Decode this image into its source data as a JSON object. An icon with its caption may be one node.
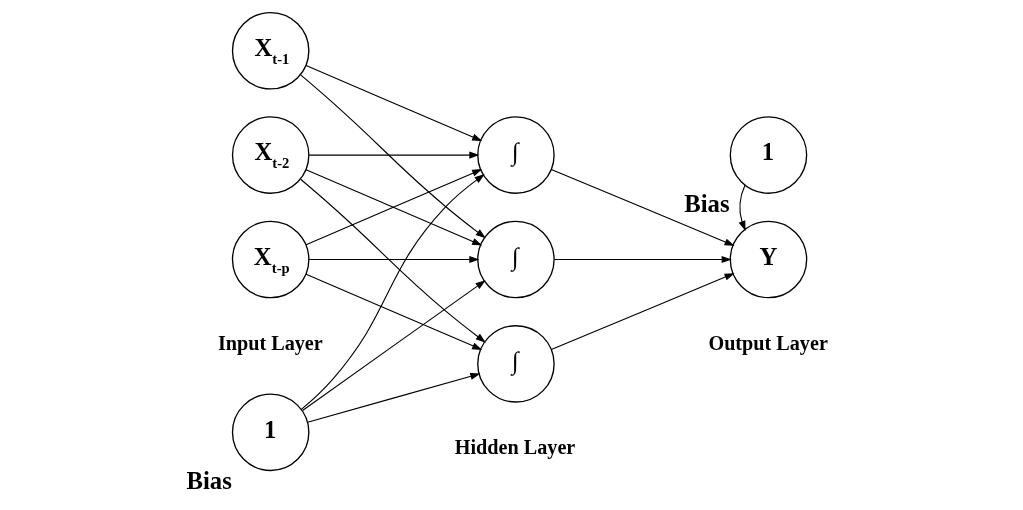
{
  "diagram": {
    "nodes": [
      {
        "text": [
          "X$_{t-1}$"
        ]
      },
      {
        "text": [
          "X$_{t-2}$"
        ]
      },
      {
        "text": [
          "X$_{t-p}$"
        ]
      },
      {
        "text": [
          "1"
        ],
        "beside": [
          "Bias"
        ]
      },
      {
        "text": [
          "∫"
        ]
      },
      {
        "text": [
          "∫"
        ]
      },
      {
        "text": [
          "∫"
        ]
      },
      {
        "text": [
          "1"
        ],
        "beside": [
          "Bias"
        ]
      },
      {
        "text": [
          "Y"
        ]
      }
    ],
    "edges": [
      {
        "from": 0,
        "to": 4,
        "arrow": "to"
      },
      {
        "from": 0,
        "to": 5,
        "arrow": "to"
      },
      {
        "from": 1,
        "to": 4,
        "arrow": "to"
      },
      {
        "from": 1,
        "to": 5,
        "arrow": "to"
      },
      {
        "from": 1,
        "to": 6,
        "arrow": "to"
      },
      {
        "from": 2,
        "to": 4,
        "arrow": "to"
      },
      {
        "from": 2,
        "to": 5,
        "arrow": "to"
      },
      {
        "from": 2,
        "to": 6,
        "arrow": "to"
      },
      {
        "from": 3,
        "to": 4,
        "arrow": "to"
      },
      {
        "from": 3,
        "to": 5,
        "arrow": "to"
      },
      {
        "from": 3,
        "to": 6,
        "arrow": "to"
      },
      {
        "from": 4,
        "to": 8,
        "arrow": "to"
      },
      {
        "from": 5,
        "to": 8,
        "arrow": "to"
      },
      {
        "from": 6,
        "to": 8,
        "arrow": "to"
      },
      {
        "from": 7,
        "to": 8,
        "arrow": "to"
      }
    ],
    "labels": [
      "Input Layer",
      "Hidden Layer",
      "Output Layer"
    ]
  }
}
